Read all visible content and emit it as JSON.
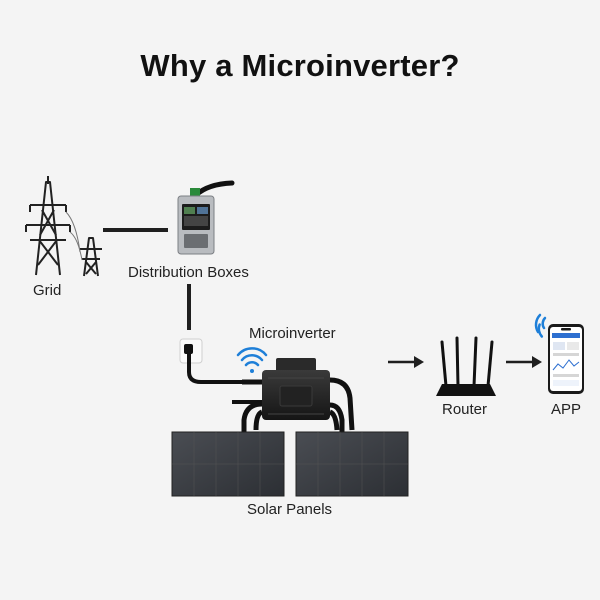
{
  "title": "Why a Microinverter?",
  "nodes": {
    "grid": {
      "label": "Grid"
    },
    "distribution": {
      "label": "Distribution Boxes"
    },
    "microinverter": {
      "label": "Microinverter"
    },
    "router": {
      "label": "Router"
    },
    "app": {
      "label": "APP"
    },
    "solar": {
      "label": "Solar Panels"
    }
  },
  "colors": {
    "background": "#f4f4f4",
    "line": "#1f1f1f",
    "wifi": "#1e7fd8",
    "panel": "#3a3d42",
    "antenna": "#2a8a3a"
  },
  "icons": [
    "transmission-tower-icon",
    "distribution-box-icon",
    "wall-socket-icon",
    "microinverter-icon",
    "wifi-icon",
    "router-icon",
    "smartphone-icon",
    "solar-panel-icon",
    "arrow-right-icon"
  ]
}
